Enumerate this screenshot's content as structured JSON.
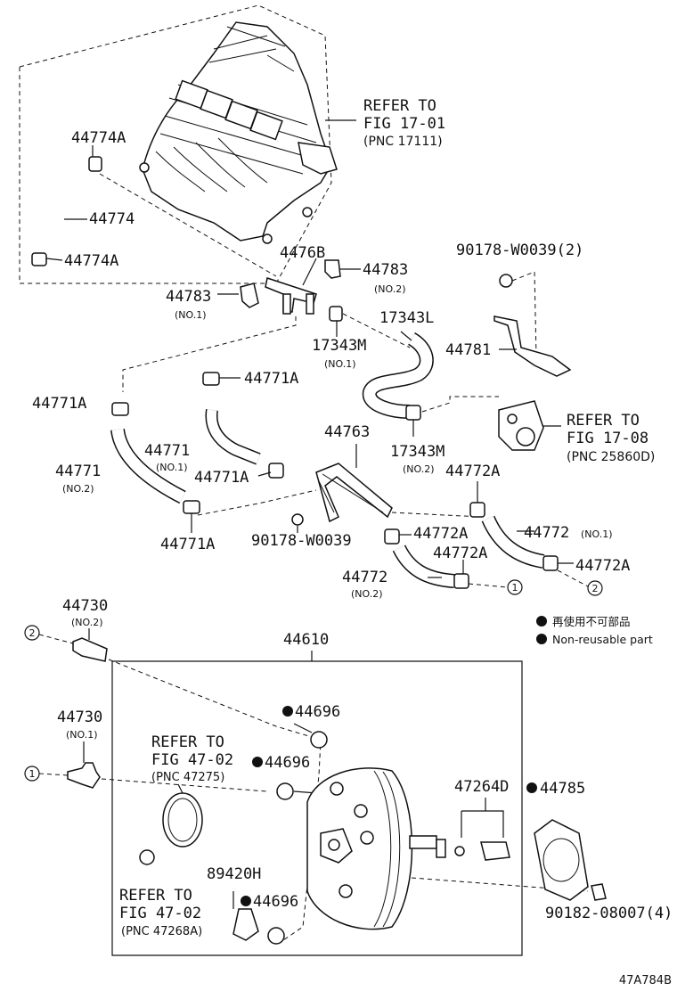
{
  "parts": {
    "p44774A_top": "44774A",
    "p44774": "44774",
    "p44774A_bot": "44774A",
    "refer1": [
      "REFER TO",
      "FIG 17-01",
      "(PNC 17111)"
    ],
    "p4476B": "4476B",
    "p44783_no2": "44783",
    "p44783_no2_sub": "(NO.2)",
    "p90178_top": "90178-W0039(2)",
    "p44783_no1": "44783",
    "p44783_no1_sub": "(NO.1)",
    "p17343L": "17343L",
    "p17343M_no1": "17343M",
    "p17343M_no1_sub": "(NO.1)",
    "p44781": "44781",
    "p44771A_a": "44771A",
    "p44771A_b": "44771A",
    "refer2": [
      "REFER TO",
      "FIG 17-08",
      "(PNC 25860D)"
    ],
    "p44763": "44763",
    "p17343M_no2": "17343M",
    "p17343M_no2_sub": "(NO.2)",
    "p44771_no1": "44771",
    "p44771_no1_sub": "(NO.1)",
    "p44771_no2": "44771",
    "p44771_no2_sub": "(NO.2)",
    "p44771A_c": "44771A",
    "p44772A_a": "44772A",
    "p44771A_d": "44771A",
    "p90178_mid": "90178-W0039",
    "p44772A_b": "44772A",
    "p44772_no1": "44772",
    "p44772_no1_sub": "(NO.1)",
    "p44772A_c": "44772A",
    "p44772A_d": "44772A",
    "p44772_no2": "44772",
    "p44772_no2_sub": "(NO.2)",
    "p44730_no2": "44730",
    "p44730_no2_sub": "(NO.2)",
    "p44610": "44610",
    "p44696_a": "44696",
    "p44730_no1": "44730",
    "p44730_no1_sub": "(NO.1)",
    "refer3": [
      "REFER TO",
      "FIG 47-02",
      "(PNC 47275)"
    ],
    "p44696_b": "44696",
    "p47264D": "47264D",
    "p44785": "44785",
    "p89420H": "89420H",
    "p44696_c": "44696",
    "refer4": [
      "REFER TO",
      "FIG 47-02",
      "(PNC 47268A)"
    ],
    "p90182": "90182-08007(4)",
    "circle1": "1",
    "circle2": "2"
  },
  "legend": {
    "jp": "再使用不可部品",
    "en": "Non-reusable part"
  },
  "figure_code": "47A784B"
}
